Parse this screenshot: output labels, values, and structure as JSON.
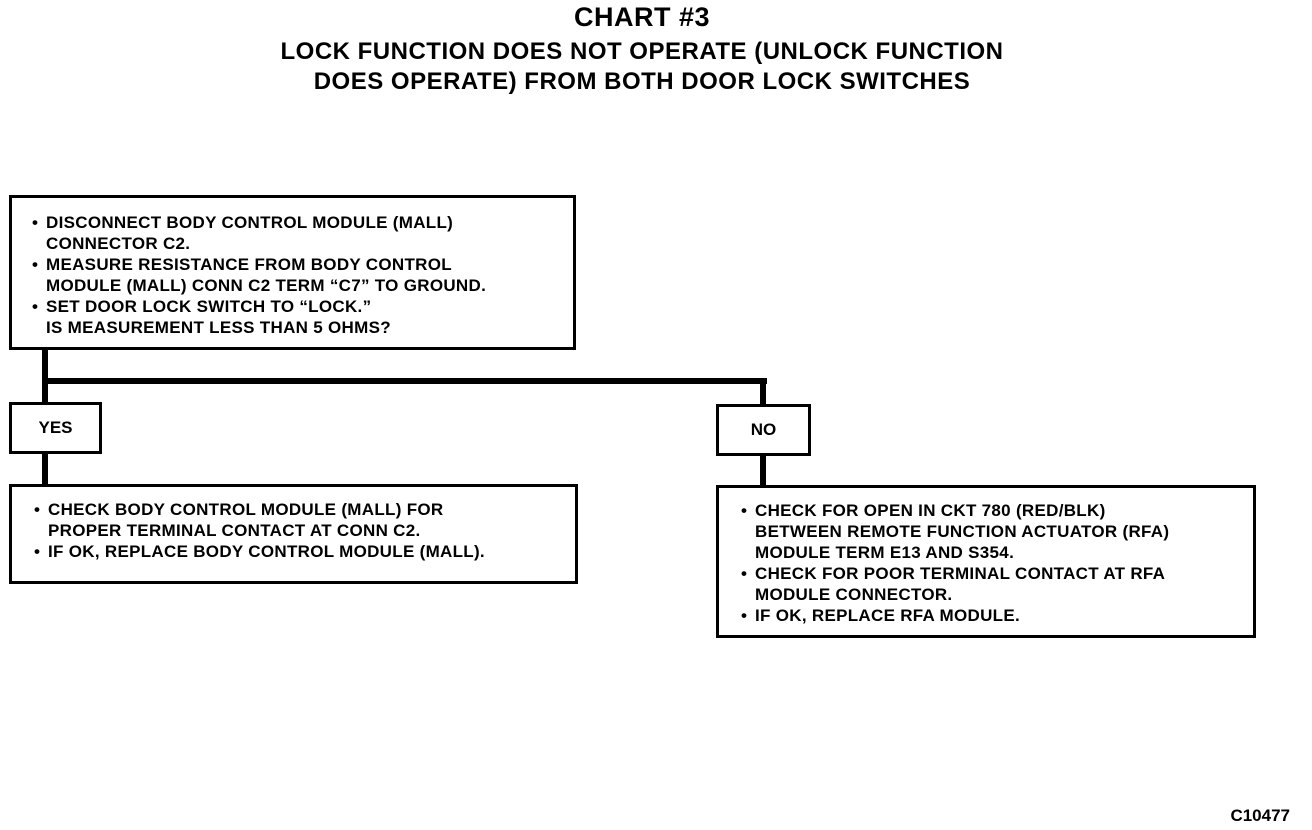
{
  "header": {
    "title": "CHART #3",
    "subtitle_line1": "LOCK FUNCTION DOES NOT OPERATE (UNLOCK FUNCTION",
    "subtitle_line2": "DOES OPERATE) FROM BOTH DOOR LOCK SWITCHES"
  },
  "step": {
    "items": [
      "DISCONNECT BODY CONTROL MODULE (MALL)\nCONNECTOR C2.",
      "MEASURE RESISTANCE FROM BODY CONTROL\nMODULE (MALL) CONN C2 TERM “C7” TO GROUND.",
      "SET DOOR LOCK SWITCH TO “LOCK.”"
    ],
    "question": "IS MEASUREMENT LESS THAN 5 OHMS?"
  },
  "branches": {
    "yes_label": "YES",
    "no_label": "NO"
  },
  "yes_result": {
    "items": [
      "CHECK BODY CONTROL MODULE (MALL) FOR\nPROPER TERMINAL CONTACT AT CONN C2.",
      "IF OK, REPLACE BODY CONTROL MODULE (MALL)."
    ]
  },
  "no_result": {
    "items": [
      "CHECK FOR OPEN IN CKT 780 (RED/BLK)\nBETWEEN REMOTE FUNCTION ACTUATOR (RFA)\nMODULE TERM E13 AND S354.",
      "CHECK FOR POOR TERMINAL CONTACT AT RFA\nMODULE CONNECTOR.",
      "IF OK, REPLACE RFA MODULE."
    ]
  },
  "footer": {
    "figure_code": "C10477"
  }
}
